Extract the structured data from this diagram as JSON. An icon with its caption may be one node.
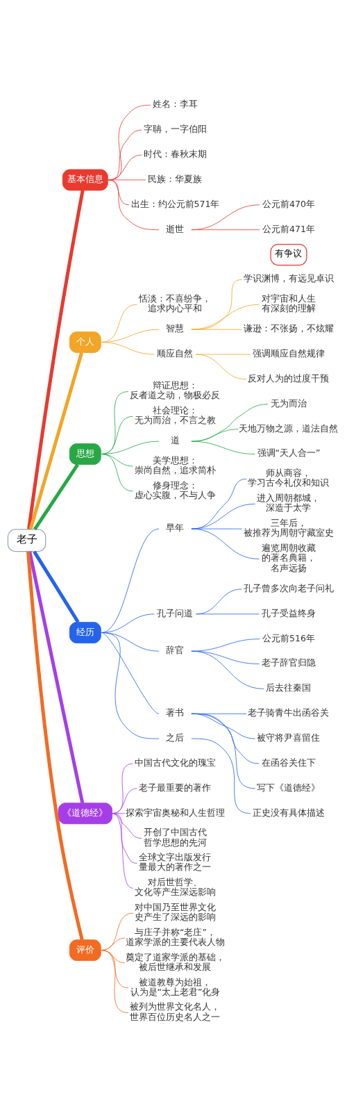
{
  "diagram": {
    "nodes": [
      {
        "text": [
          "老子"
        ]
      },
      {
        "text": [
          "基本信息"
        ]
      },
      {
        "text": [
          "姓名：李耳"
        ]
      },
      {
        "text": [
          "字聃，一字伯阳"
        ]
      },
      {
        "text": [
          "时代：春秋末期"
        ]
      },
      {
        "text": [
          "民族：华夏族"
        ]
      },
      {
        "text": [
          "出生：约公元前571年"
        ]
      },
      {
        "text": [
          "逝世"
        ]
      },
      {
        "text": [
          "公元前470年"
        ]
      },
      {
        "text": [
          "公元前471年"
        ]
      },
      {
        "text": [
          "有争议"
        ]
      },
      {
        "text": [
          "个人"
        ]
      },
      {
        "text": [
          "恬淡：不喜纷争，追求内心平和"
        ]
      },
      {
        "text": [
          "智慧"
        ]
      },
      {
        "text": [
          "学识渊博，有远见卓识"
        ]
      },
      {
        "text": [
          "对宇宙和人生有深刻的理解"
        ]
      },
      {
        "text": [
          "谦逊：不张扬，不炫耀"
        ]
      },
      {
        "text": [
          "顺应自然"
        ]
      },
      {
        "text": [
          "强调顺应自然规律"
        ]
      },
      {
        "text": [
          "反对人为的过度干预"
        ]
      },
      {
        "text": [
          "思想"
        ]
      },
      {
        "text": [
          "辩证思想：反者道之动，物极必反"
        ]
      },
      {
        "text": [
          "社会理论：无为而治，不言之教"
        ]
      },
      {
        "text": [
          "道"
        ]
      },
      {
        "text": [
          "无为而治"
        ]
      },
      {
        "text": [
          "天地万物之源，道法自然"
        ]
      },
      {
        "text": [
          "强调“天人合一”"
        ]
      },
      {
        "text": [
          "美学思想：崇尚自然，追求简朴"
        ]
      },
      {
        "text": [
          "修身理念：虚心实腹，不与人争"
        ]
      },
      {
        "text": [
          "经历"
        ]
      },
      {
        "text": [
          "早年"
        ]
      },
      {
        "text": [
          "师从商容，学习古今礼仪和知识"
        ]
      },
      {
        "text": [
          "进入周朝都城，深造于太学"
        ]
      },
      {
        "text": [
          "三年后，被推荐为周朝守藏室史"
        ]
      },
      {
        "text": [
          "遍览周朝收藏的著名典籍，名声远扬"
        ]
      },
      {
        "text": [
          "孔子问道"
        ]
      },
      {
        "text": [
          "孔子曾多次向老子问礼"
        ]
      },
      {
        "text": [
          "孔子受益终身"
        ]
      },
      {
        "text": [
          "辞官"
        ]
      },
      {
        "text": [
          "公元前516年"
        ]
      },
      {
        "text": [
          "老子辞官归隐"
        ]
      },
      {
        "text": [
          "后去往秦国"
        ]
      },
      {
        "text": [
          "著书"
        ]
      },
      {
        "text": [
          "老子骑青牛出函谷关"
        ]
      },
      {
        "text": [
          "被守将尹喜留住"
        ]
      },
      {
        "text": [
          "在函谷关住下"
        ]
      },
      {
        "text": [
          "写下《道德经》"
        ]
      },
      {
        "text": [
          "之后"
        ]
      },
      {
        "text": [
          "正史没有具体描述"
        ]
      },
      {
        "text": [
          "《道德经》"
        ]
      },
      {
        "text": [
          "中国古代文化的瑰宝"
        ]
      },
      {
        "text": [
          "老子最重要的著作"
        ]
      },
      {
        "text": [
          "探索宇宙奥秘和人生哲理"
        ]
      },
      {
        "text": [
          "开创了中国古代哲学思想的先河"
        ]
      },
      {
        "text": [
          "全球文字出版发行量最大的著作之一"
        ]
      },
      {
        "text": [
          "对后世哲学、文化等产生深远影响"
        ]
      },
      {
        "text": [
          "评价"
        ]
      },
      {
        "text": [
          "对中国乃至世界文化史产生了深远的影响"
        ]
      },
      {
        "text": [
          "与庄子并称“老庄”，道家学派的主要代表人物"
        ]
      },
      {
        "text": [
          "奠定了道家学派的基础，被后世继承和发展"
        ]
      },
      {
        "text": [
          "被道教尊为始祖，认为是“太上老君”化身"
        ]
      },
      {
        "text": [
          "被列为世界文化名人，世界百位历史名人之一"
        ]
      }
    ],
    "edges": [
      {
        "from": 0,
        "to": 1,
        "arrow": "none",
        "style": "thick",
        "color": "#e83a2e"
      },
      {
        "from": 1,
        "to": 2,
        "arrow": "none",
        "color": "#e83a2e"
      },
      {
        "from": 1,
        "to": 3,
        "arrow": "none",
        "color": "#e83a2e"
      },
      {
        "from": 1,
        "to": 4,
        "arrow": "none",
        "color": "#e83a2e"
      },
      {
        "from": 1,
        "to": 5,
        "arrow": "none",
        "color": "#e83a2e"
      },
      {
        "from": 1,
        "to": 6,
        "arrow": "none",
        "color": "#e83a2e"
      },
      {
        "from": 1,
        "to": 7,
        "arrow": "none",
        "color": "#e83a2e"
      },
      {
        "from": 7,
        "to": 8,
        "arrow": "none",
        "color": "#e83a2e"
      },
      {
        "from": 7,
        "to": 9,
        "arrow": "none",
        "color": "#e83a2e"
      },
      {
        "from": 0,
        "to": 11,
        "arrow": "none",
        "style": "thick",
        "color": "#f2a526"
      },
      {
        "from": 11,
        "to": 12,
        "arrow": "none",
        "color": "#f2a526"
      },
      {
        "from": 11,
        "to": 13,
        "arrow": "none",
        "color": "#f2a526"
      },
      {
        "from": 13,
        "to": 14,
        "arrow": "none",
        "color": "#f2a526"
      },
      {
        "from": 13,
        "to": 15,
        "arrow": "none",
        "color": "#f2a526"
      },
      {
        "from": 13,
        "to": 16,
        "arrow": "none",
        "color": "#f2a526"
      },
      {
        "from": 11,
        "to": 17,
        "arrow": "none",
        "color": "#f2a526"
      },
      {
        "from": 17,
        "to": 18,
        "arrow": "none",
        "color": "#f2a526"
      },
      {
        "from": 17,
        "to": 19,
        "arrow": "none",
        "color": "#f2a526"
      },
      {
        "from": 0,
        "to": 20,
        "arrow": "none",
        "style": "thick",
        "color": "#27a844"
      },
      {
        "from": 20,
        "to": 21,
        "arrow": "none",
        "color": "#27a844"
      },
      {
        "from": 20,
        "to": 22,
        "arrow": "none",
        "color": "#27a844"
      },
      {
        "from": 20,
        "to": 23,
        "arrow": "none",
        "color": "#27a844"
      },
      {
        "from": 23,
        "to": 24,
        "arrow": "none",
        "color": "#27a844"
      },
      {
        "from": 23,
        "to": 25,
        "arrow": "none",
        "color": "#27a844"
      },
      {
        "from": 23,
        "to": 26,
        "arrow": "none",
        "color": "#27a844"
      },
      {
        "from": 20,
        "to": 27,
        "arrow": "none",
        "color": "#27a844"
      },
      {
        "from": 20,
        "to": 28,
        "arrow": "none",
        "color": "#27a844"
      },
      {
        "from": 0,
        "to": 29,
        "arrow": "none",
        "style": "thick",
        "color": "#2563eb"
      },
      {
        "from": 29,
        "to": 30,
        "arrow": "none",
        "color": "#2563eb"
      },
      {
        "from": 30,
        "to": 31,
        "arrow": "none",
        "color": "#2563eb"
      },
      {
        "from": 30,
        "to": 32,
        "arrow": "none",
        "color": "#2563eb"
      },
      {
        "from": 30,
        "to": 33,
        "arrow": "none",
        "color": "#2563eb"
      },
      {
        "from": 30,
        "to": 34,
        "arrow": "none",
        "color": "#2563eb"
      },
      {
        "from": 29,
        "to": 35,
        "arrow": "none",
        "color": "#2563eb"
      },
      {
        "from": 35,
        "to": 36,
        "arrow": "none",
        "color": "#2563eb"
      },
      {
        "from": 35,
        "to": 37,
        "arrow": "none",
        "color": "#2563eb"
      },
      {
        "from": 29,
        "to": 38,
        "arrow": "none",
        "color": "#2563eb"
      },
      {
        "from": 38,
        "to": 39,
        "arrow": "none",
        "color": "#2563eb"
      },
      {
        "from": 38,
        "to": 40,
        "arrow": "none",
        "color": "#2563eb"
      },
      {
        "from": 38,
        "to": 41,
        "arrow": "none",
        "color": "#2563eb"
      },
      {
        "from": 29,
        "to": 42,
        "arrow": "none",
        "color": "#2563eb"
      },
      {
        "from": 42,
        "to": 43,
        "arrow": "none",
        "color": "#2563eb"
      },
      {
        "from": 42,
        "to": 44,
        "arrow": "none",
        "color": "#2563eb"
      },
      {
        "from": 42,
        "to": 45,
        "arrow": "none",
        "color": "#2563eb"
      },
      {
        "from": 42,
        "to": 46,
        "arrow": "none",
        "color": "#2563eb"
      },
      {
        "from": 29,
        "to": 47,
        "arrow": "none",
        "color": "#2563eb"
      },
      {
        "from": 47,
        "to": 48,
        "arrow": "none",
        "color": "#2563eb"
      },
      {
        "from": 0,
        "to": 49,
        "arrow": "none",
        "style": "thick",
        "color": "#a63ee8"
      },
      {
        "from": 49,
        "to": 50,
        "arrow": "none",
        "color": "#a63ee8"
      },
      {
        "from": 49,
        "to": 51,
        "arrow": "none",
        "color": "#a63ee8"
      },
      {
        "from": 49,
        "to": 52,
        "arrow": "none",
        "color": "#a63ee8"
      },
      {
        "from": 49,
        "to": 53,
        "arrow": "none",
        "color": "#a63ee8"
      },
      {
        "from": 49,
        "to": 54,
        "arrow": "none",
        "color": "#a63ee8"
      },
      {
        "from": 49,
        "to": 55,
        "arrow": "none",
        "color": "#a63ee8"
      },
      {
        "from": 0,
        "to": 56,
        "arrow": "none",
        "style": "thick",
        "color": "#f26b21"
      },
      {
        "from": 56,
        "to": 57,
        "arrow": "none",
        "color": "#f26b21"
      },
      {
        "from": 56,
        "to": 58,
        "arrow": "none",
        "color": "#f26b21"
      },
      {
        "from": 56,
        "to": 59,
        "arrow": "none",
        "color": "#f26b21"
      },
      {
        "from": 56,
        "to": 60,
        "arrow": "none",
        "color": "#f26b21"
      },
      {
        "from": 56,
        "to": 61,
        "arrow": "none",
        "color": "#f26b21"
      }
    ]
  }
}
